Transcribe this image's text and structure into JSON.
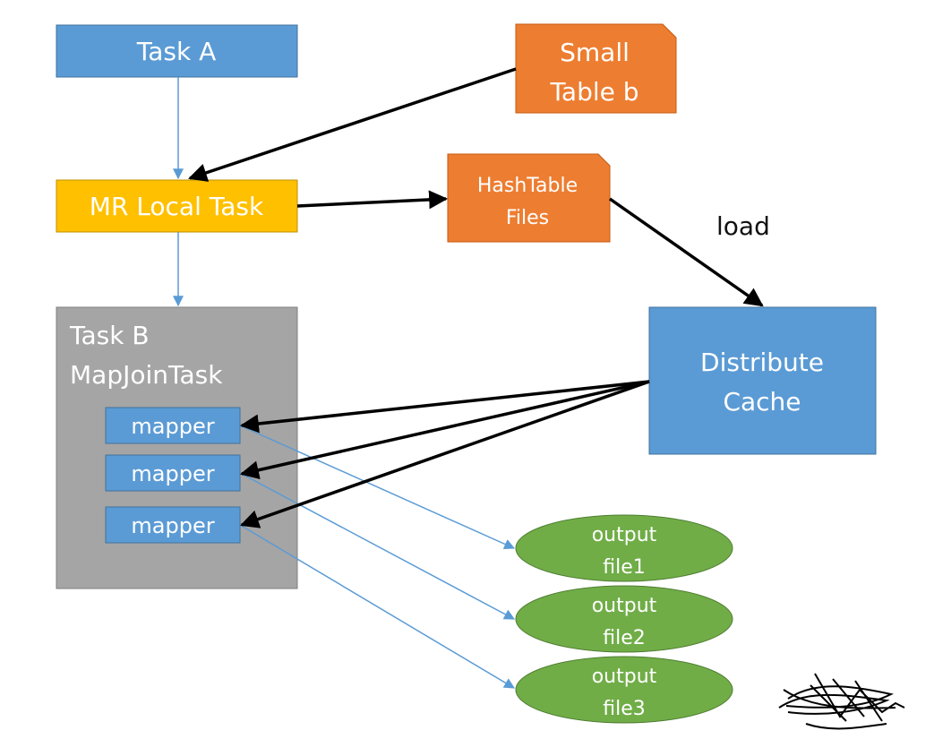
{
  "diagram": {
    "task_a": "Task A",
    "small_table": {
      "line1": "Small",
      "line2": "Table b"
    },
    "mr_local_task": "MR Local Task",
    "hashtable_files": {
      "line1": "HashTable",
      "line2": "Files"
    },
    "load_label": "load",
    "task_b": {
      "line1": "Task B",
      "line2": "MapJoinTask"
    },
    "distribute_cache": {
      "line1": "Distribute",
      "line2": "Cache"
    },
    "mappers": [
      "mapper",
      "mapper",
      "mapper"
    ],
    "outputs": [
      {
        "line1": "output",
        "line2": "file1"
      },
      {
        "line1": "output",
        "line2": "file2"
      },
      {
        "line1": "output",
        "line2": "file3"
      }
    ]
  },
  "colors": {
    "blue_box": "#5b9bd5",
    "blue_border": "#41719c",
    "orange_doc": "#ed7d31",
    "yellow_box": "#ffc000",
    "gray_container": "#a5a5a5",
    "green_ellipse": "#70ad47",
    "thin_arrow": "#5b9bd5",
    "thick_arrow": "#000000"
  }
}
